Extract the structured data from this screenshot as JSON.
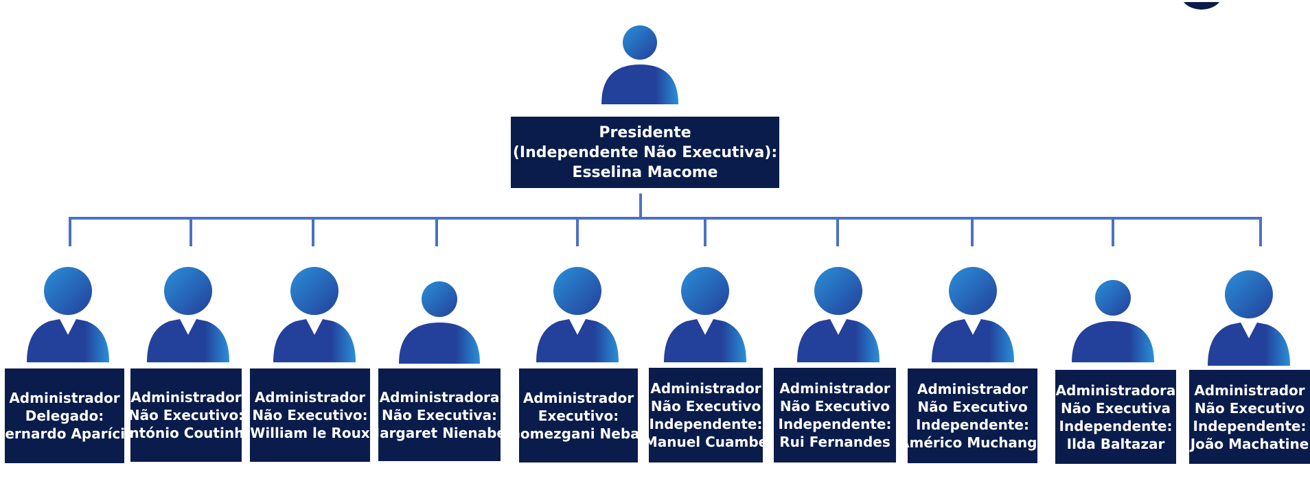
{
  "colors": {
    "box_background": "#0a1c4b",
    "box_text": "#ffffff",
    "connector": "#4a72c4",
    "avatar_dark": "#23409a",
    "avatar_light": "#2a8fd8"
  },
  "president": {
    "icon": "person-icon",
    "lines": [
      "Presidente",
      "(Independente Não Executiva):",
      "Esselina Macome"
    ]
  },
  "members": [
    {
      "icon": "person-suit-icon",
      "lines": [
        "Administrador",
        "Delegado:",
        "Bernardo Aparício"
      ]
    },
    {
      "icon": "person-suit-icon",
      "lines": [
        "Administrador",
        "Não Executivo:",
        "António Coutinho"
      ]
    },
    {
      "icon": "person-suit-icon",
      "lines": [
        "Administrador",
        "Não Executivo:",
        "William le Roux"
      ]
    },
    {
      "icon": "person-icon",
      "lines": [
        "Administradora",
        "Não Executiva:",
        "Margaret Nienaber"
      ]
    },
    {
      "icon": "person-suit-icon",
      "lines": [
        "Administrador",
        "Executivo:",
        "Gomezgani Nebas"
      ]
    },
    {
      "icon": "person-suit-icon",
      "lines": [
        "Administrador",
        "Não Executivo",
        "Independente:",
        "Manuel Cuambe"
      ]
    },
    {
      "icon": "person-suit-icon",
      "lines": [
        "Administrador",
        "Não Executivo",
        "Independente:",
        "Rui Fernandes"
      ]
    },
    {
      "icon": "person-suit-icon",
      "lines": [
        "Administrador",
        "Não Executivo",
        "Independente:",
        "Américo Muchanga"
      ]
    },
    {
      "icon": "person-icon",
      "lines": [
        "Administradora",
        "Não Executiva",
        "Independente:",
        "Ilda Baltazar"
      ]
    },
    {
      "icon": "person-suit-icon",
      "lines": [
        "Administrador",
        "Não Executivo",
        "Independente:",
        "João Machatine"
      ]
    }
  ]
}
